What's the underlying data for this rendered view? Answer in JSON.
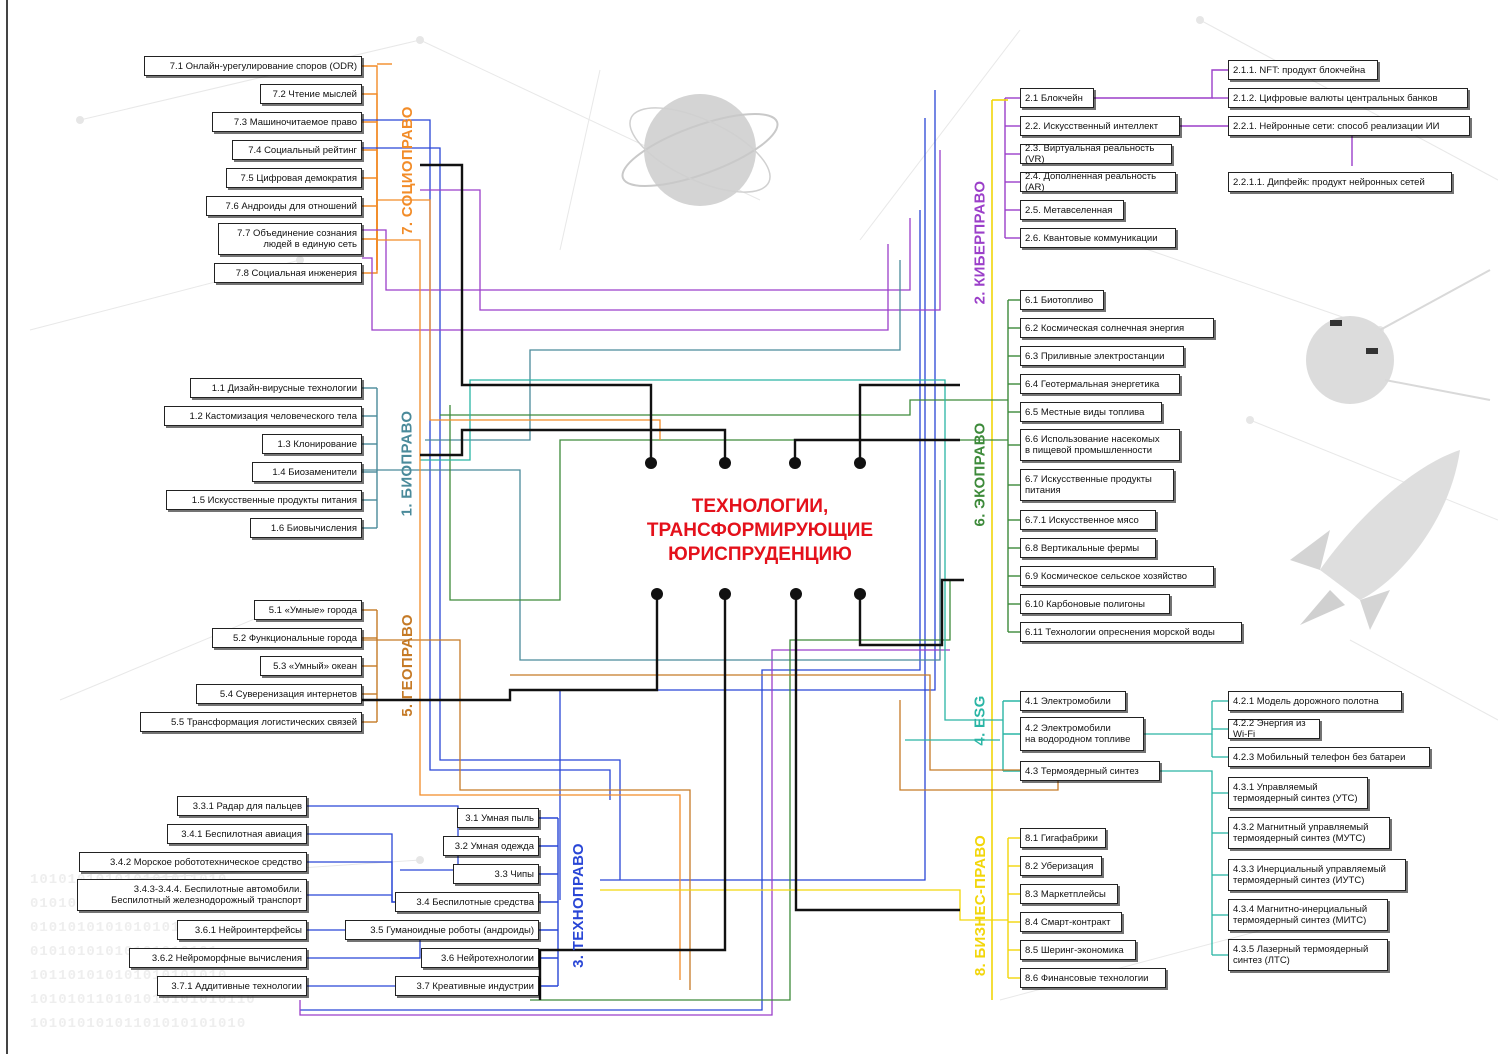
{
  "title": "ТЕХНОЛОГИИ,\nТРАНСФОРМИРУЮЩИЕ\nЮРИСПРУДЕНЦИЮ",
  "colors": {
    "socio": "#f28c28",
    "bio": "#4a8a9a",
    "geo": "#c57a26",
    "techno": "#2946d6",
    "cyber": "#9b3fc9",
    "eco": "#3d8a3a",
    "esg": "#2ab5a5",
    "business": "#f2d60a",
    "title": "#e4111b",
    "hub": "#111111"
  },
  "background_binary": [
    "101010101010101011010",
    "01010101010101010101",
    "010101010101010101010",
    "01010101010101010101",
    "101101010101010101010",
    "101010110101010101010110",
    "10101010101101010101010"
  ],
  "groups": {
    "socio": {
      "label": "7. СОЦИОПРАВО",
      "items": [
        "7.1 Онлайн-урегулирование споров (ODR)",
        "7.2 Чтение мыслей",
        "7.3 Машиночитаемое право",
        "7.4 Социальный рейтинг",
        "7.5 Цифровая демократия",
        "7.6 Андроиды для отношений",
        "7.7 Объединение сознания\nлюдей в единую сеть",
        "7.8 Социальная инженерия"
      ]
    },
    "bio": {
      "label": "1. БИОПРАВО",
      "items": [
        "1.1 Дизайн-вирусные технологии",
        "1.2 Кастомизация человеческого тела",
        "1.3 Клонирование",
        "1.4 Биозаменители",
        "1.5 Искусственные продукты питания",
        "1.6 Биовычисления"
      ]
    },
    "geo": {
      "label": "5. ГЕОПРАВО",
      "items": [
        "5.1 «Умные» города",
        "5.2 Функциональные города",
        "5.3 «Умный» океан",
        "5.4 Суверенизация интернетов",
        "5.5 Трансформация логистических связей"
      ]
    },
    "techno": {
      "label": "3. ТЕХНОПРАВО",
      "inner_items": [
        "3.1 Умная пыль",
        "3.2 Умная одежда",
        "3.3 Чипы",
        "3.4 Беспилотные средства",
        "3.5 Гуманоидные роботы (андроиды)",
        "3.6 Нейротехнологии",
        "3.7 Креативные индустрии"
      ],
      "outer_items": [
        "3.3.1 Радар для пальцев",
        "3.4.1 Беспилотная авиация",
        "3.4.2 Морское робототехническое средство",
        "3.4.3-3.4.4. Беспилотные автомобили.\nБеспилотный железнодорожный транспорт",
        "3.6.1 Нейроинтерфейсы",
        "3.6.2 Нейроморфные вычисления",
        "3.7.1 Аддитивные технологии"
      ]
    },
    "cyber": {
      "label": "2. КИБЕРПРАВО",
      "items": [
        "2.1 Блокчейн",
        "2.2. Искусственный интеллект",
        "2.3. Виртуальная реальность (VR)",
        "2.4. Дополненная реальность (AR)",
        "2.5. Метавселенная",
        "2.6. Квантовые коммуникации"
      ],
      "sub_items": [
        "2.1.1. NFT: продукт блокчейна",
        "2.1.2. Цифровые валюты центральных банков",
        "2.2.1. Нейронные сети: способ реализации ИИ",
        "2.2.1.1. Дипфейк: продукт нейронных сетей"
      ]
    },
    "eco": {
      "label": "6. ЭКОПРАВО",
      "items": [
        "6.1 Биотопливо",
        "6.2 Космическая солнечная энергия",
        "6.3 Приливные электростанции",
        "6.4 Геотермальная энергетика",
        "6.5 Местные виды топлива",
        "6.6 Использование насекомых\nв пищевой промышленности",
        "6.7 Искусственные продукты\nпитания",
        "6.7.1 Искусственное мясо",
        "6.8 Вертикальные фермы",
        "6.9 Космическое сельское хозяйство",
        "6.10 Карбоновые полигоны",
        "6.11 Технологии опреснения морской воды"
      ]
    },
    "esg": {
      "label": "4. ESG",
      "items": [
        "4.1 Электромобили",
        "4.2 Электромобили\nна водородном топливе",
        "4.3 Термоядерный синтез"
      ],
      "sub_items": [
        "4.2.1 Модель дорожного полотна",
        "4.2.2 Энергия из Wi-Fi",
        "4.2.3 Мобильный телефон без батареи",
        "4.3.1 Управляемый\nтермоядерный синтез (УТС)",
        "4.3.2 Магнитный управляемый\nтермоядерный синтез (МУТС)",
        "4.3.3 Инерциальный управляемый\nтермоядерный синтез (ИУТС)",
        "4.3.4 Магнитно-инерциальный\nтермоядерный синтез (МИТС)",
        "4.3.5 Лазерный термоядерный\nсинтез (ЛТС)"
      ]
    },
    "business": {
      "label": "8. БИЗНЕС-ПРАВО",
      "items": [
        "8.1 Гигафабрики",
        "8.2 Уберизация",
        "8.3 Маркетплейсы",
        "8.4 Смарт-контракт",
        "8.5 Шеринг-экономика",
        "8.6 Финансовые технологии"
      ]
    }
  }
}
